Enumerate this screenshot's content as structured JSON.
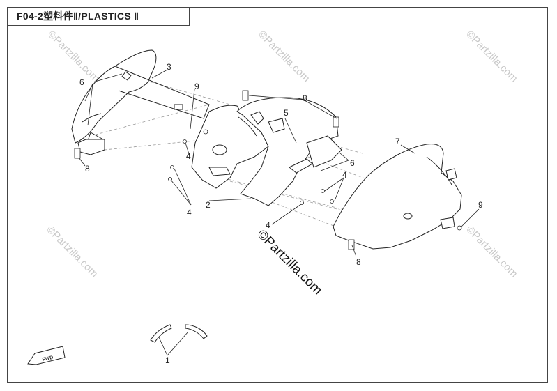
{
  "title": "F04-2塑料件Ⅱ/PLASTICS Ⅱ",
  "watermark": "©Partzilla.com",
  "fwd_label": "FWD",
  "callouts": [
    {
      "id": "c1",
      "label": "1"
    },
    {
      "id": "c2",
      "label": "2"
    },
    {
      "id": "c3",
      "label": "3"
    },
    {
      "id": "c4a",
      "label": "4"
    },
    {
      "id": "c4b",
      "label": "4"
    },
    {
      "id": "c4c",
      "label": "4"
    },
    {
      "id": "c4d",
      "label": "4"
    },
    {
      "id": "c5",
      "label": "5"
    },
    {
      "id": "c6a",
      "label": "6"
    },
    {
      "id": "c6b",
      "label": "6"
    },
    {
      "id": "c7",
      "label": "7"
    },
    {
      "id": "c8a",
      "label": "8"
    },
    {
      "id": "c8b",
      "label": "8"
    },
    {
      "id": "c8c",
      "label": "8"
    },
    {
      "id": "c9a",
      "label": "9"
    },
    {
      "id": "c9b",
      "label": "9"
    }
  ],
  "colors": {
    "line": "#222222",
    "watermark": "#c8c8c8",
    "dash": "#999999"
  }
}
